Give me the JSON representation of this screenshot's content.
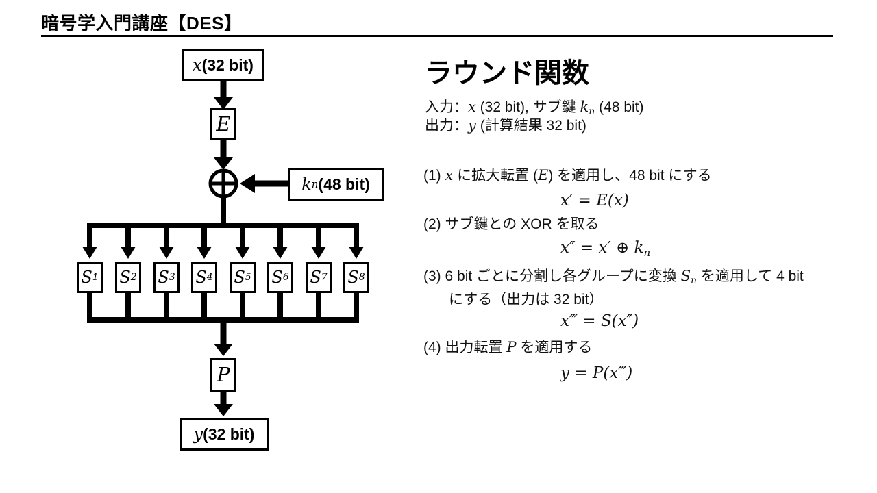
{
  "header": {
    "title": "暗号学入門講座【DES】"
  },
  "diagram": {
    "input_box": {
      "var": "x",
      "rest": " (32 bit)"
    },
    "e_box": {
      "label": "E"
    },
    "key_box": {
      "var": "k",
      "sub": "n",
      "rest": " (48 bit)"
    },
    "sbox_base": "S",
    "sbox_subs": [
      "1",
      "2",
      "3",
      "4",
      "5",
      "6",
      "7",
      "8"
    ],
    "p_box": {
      "label": "P"
    },
    "output_box": {
      "var": "y",
      "rest": " (32 bit)"
    },
    "xor_symbol": "⊕",
    "ink_color": "#000000",
    "background_color": "#ffffff"
  },
  "panel": {
    "title": "ラウンド関数",
    "input_label": "入力：",
    "input_x": "x",
    "input_mid": " (32 bit), サブ鍵 ",
    "input_k": "k",
    "input_k_sub": "n",
    "input_end": " (48 bit)",
    "output_label": "出力：",
    "output_y": "y",
    "output_end": " (計算結果 32 bit)",
    "step1_a": "(1) ",
    "step1_x": "x",
    "step1_b": " に拡大転置 (",
    "step1_e": "E",
    "step1_c": ") を適用し、48 bit にする",
    "formula1": "x′ = E(x)",
    "step2": "(2) サブ鍵との XOR を取る",
    "formula2_main": "x″ = x′ ⊕ k",
    "formula2_sub": "n",
    "step3_a": "(3) 6 bit ごとに分割し各グループに変換 ",
    "step3_s": "S",
    "step3_s_sub": "n",
    "step3_b": " を適用して 4 bit",
    "step3_line2": "にする（出力は 32 bit）",
    "formula3": "x‴ = S(x″)",
    "step4_a": "(4) 出力転置 ",
    "step4_p": "P",
    "step4_b": " を適用する",
    "formula4": "y = P(x‴)"
  }
}
